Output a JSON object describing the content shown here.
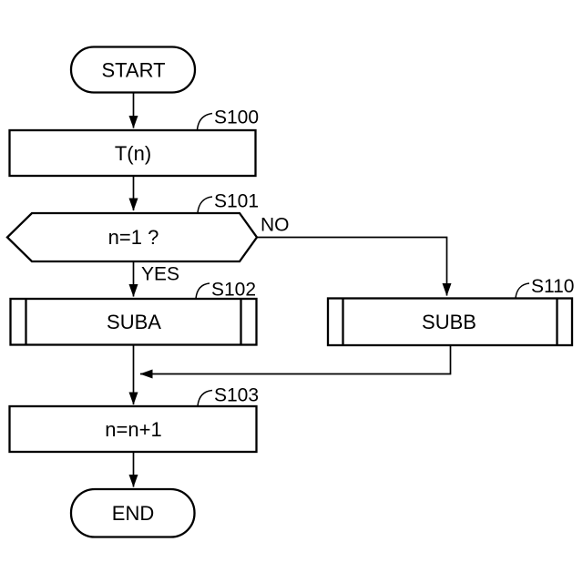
{
  "diagram": {
    "type": "flowchart",
    "colors": {
      "background": "#ffffff",
      "stroke": "#000000",
      "text": "#000000"
    },
    "nodes": {
      "start": {
        "shape": "terminator",
        "label": "START"
      },
      "t": {
        "shape": "process",
        "label": "T(n)",
        "step": "S100"
      },
      "decision": {
        "shape": "decision",
        "label": "n=1 ?",
        "step": "S101"
      },
      "suba": {
        "shape": "subroutine",
        "label": "SUBA",
        "step": "S102"
      },
      "subb": {
        "shape": "subroutine",
        "label": "SUBB",
        "step": "S110"
      },
      "increment": {
        "shape": "process",
        "label": "n=n+1",
        "step": "S103"
      },
      "end": {
        "shape": "terminator",
        "label": "END"
      }
    },
    "branches": {
      "yes": "YES",
      "no": "NO"
    }
  }
}
